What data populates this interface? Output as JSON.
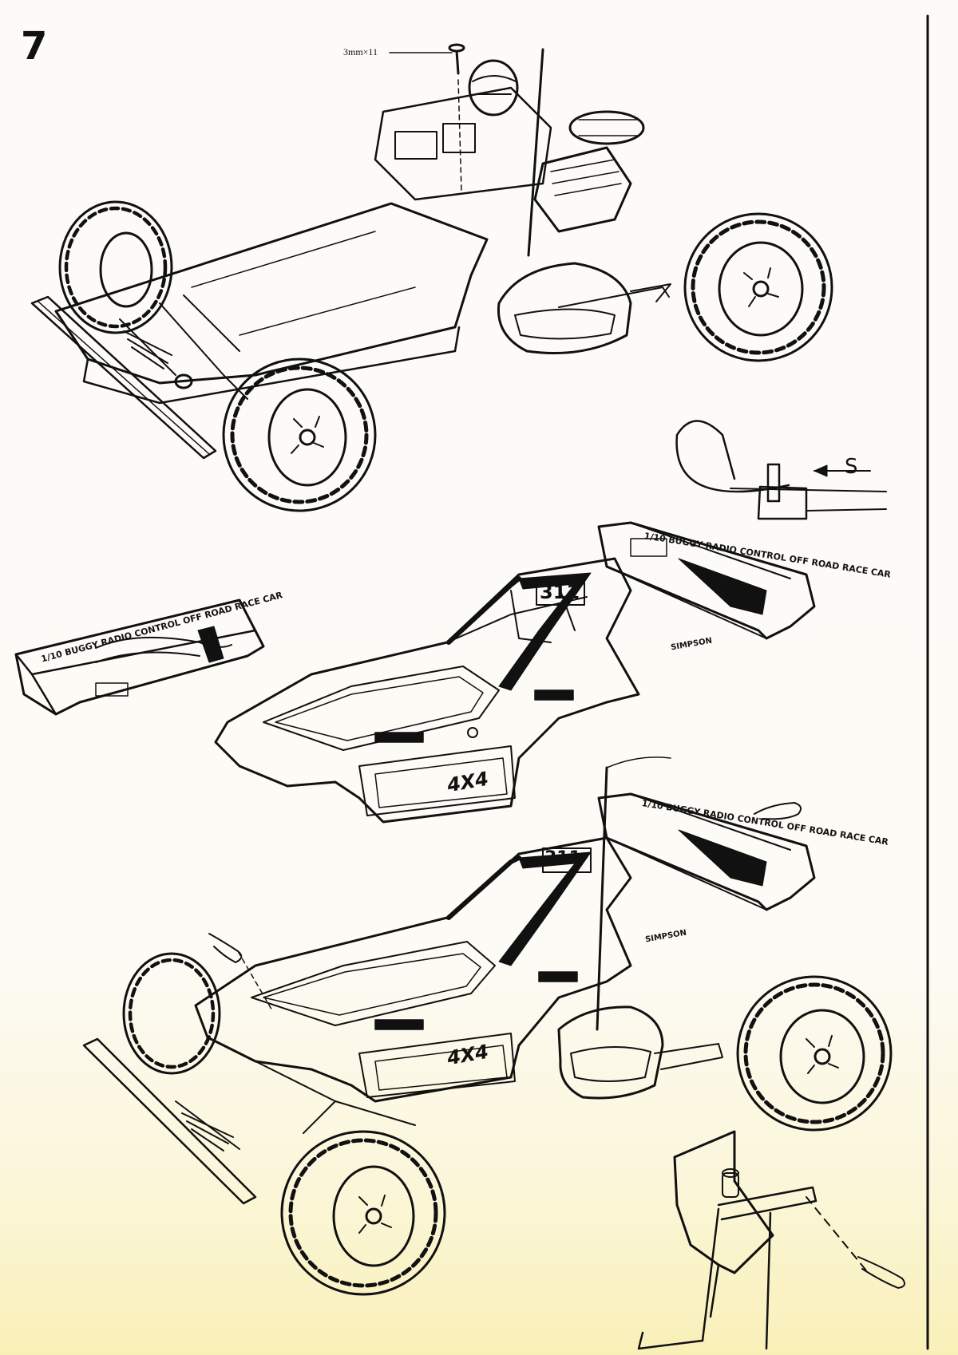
{
  "page": {
    "step_number": "7",
    "screw_label": "3mm×11",
    "detail_label": "S"
  },
  "decals": {
    "wing_text": "1/10 BUGGY RADIO CONTROL OFF ROAD RACE CAR",
    "car_number": "311",
    "drive_mark": "4X4",
    "sponsor": "SIMPSON"
  }
}
